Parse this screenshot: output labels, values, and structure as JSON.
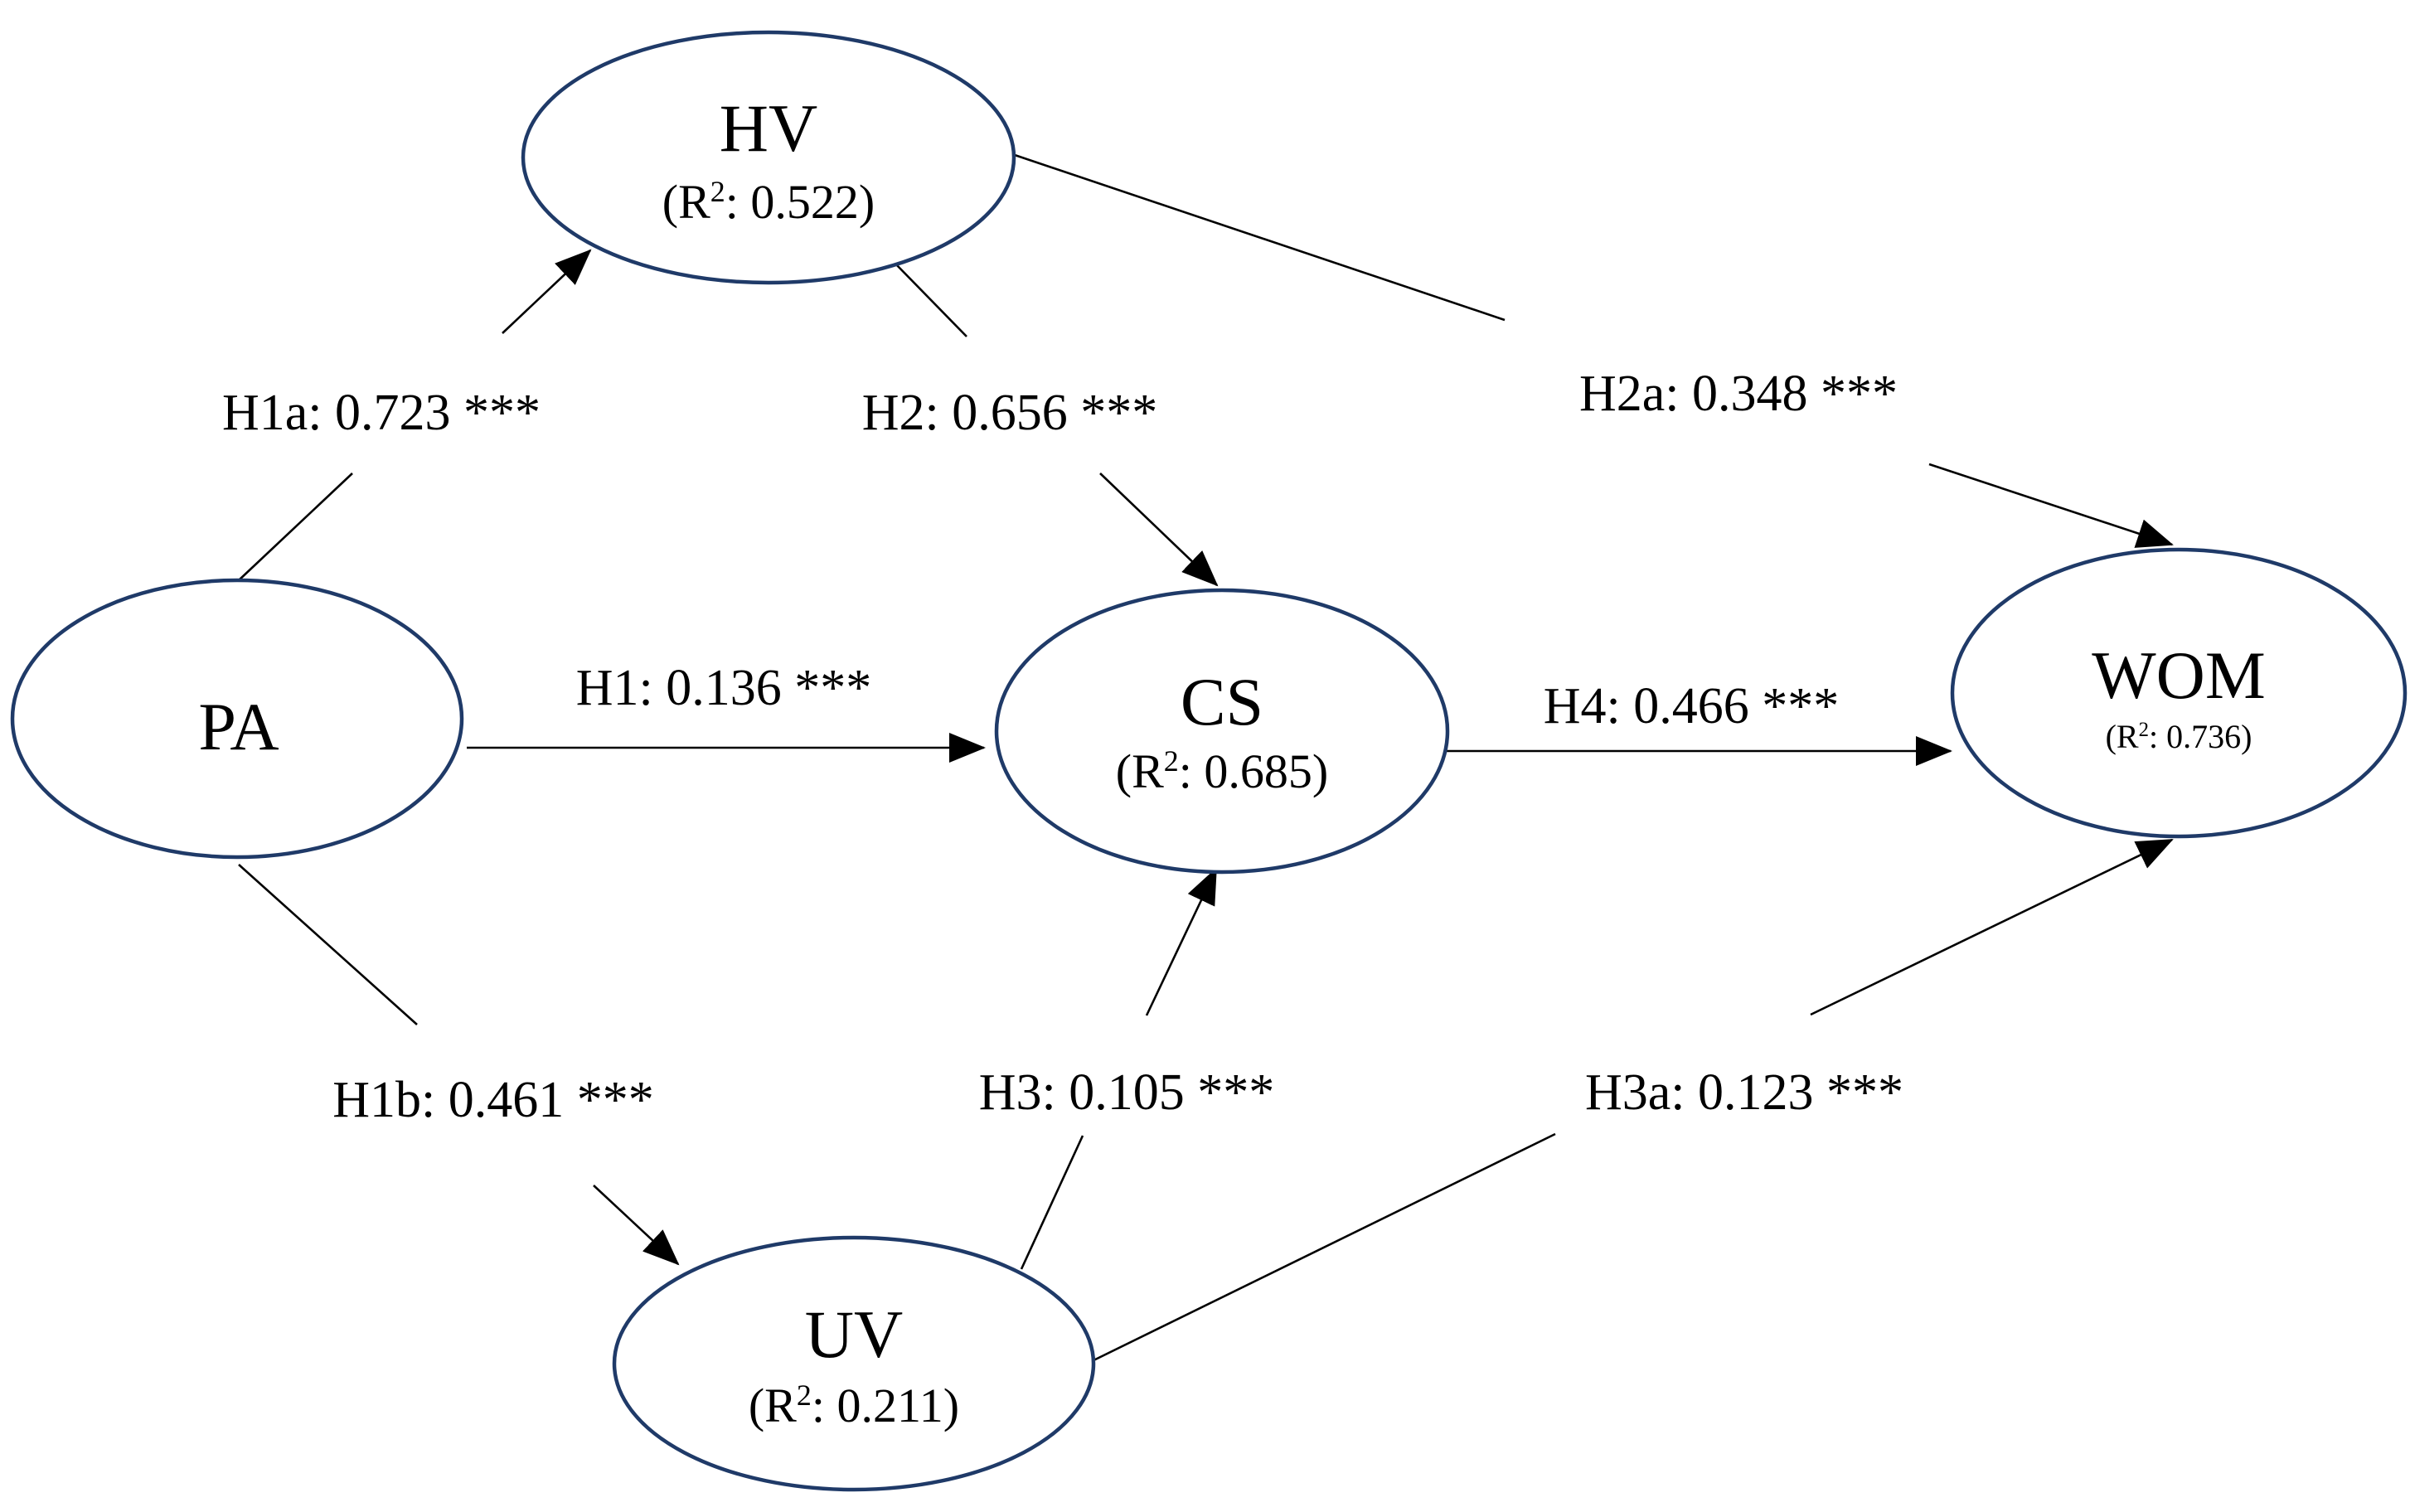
{
  "nodes": {
    "pa": {
      "name": "PA",
      "r2": ""
    },
    "hv": {
      "name": "HV",
      "r2_prefix": "(R",
      "r2_sup": "2",
      "r2_value": ": 0.522)"
    },
    "cs": {
      "name": "CS",
      "r2_prefix": "(R",
      "r2_sup": "2",
      "r2_value": ": 0.685)"
    },
    "uv": {
      "name": "UV",
      "r2_prefix": "(R",
      "r2_sup": "2",
      "r2_value": ": 0.211)"
    },
    "wom": {
      "name": "WOM",
      "r2_prefix": "(R",
      "r2_sup": "2",
      "r2_value": ": 0.736)"
    }
  },
  "paths": [
    {
      "id": "h1a",
      "from": "PA",
      "to": "HV",
      "label": "H1a: 0.723 ***",
      "coefficient": 0.723,
      "significance": "***"
    },
    {
      "id": "h1",
      "from": "PA",
      "to": "CS",
      "label": "H1: 0.136 ***",
      "coefficient": 0.136,
      "significance": "***"
    },
    {
      "id": "h1b",
      "from": "PA",
      "to": "UV",
      "label": "H1b: 0.461 ***",
      "coefficient": 0.461,
      "significance": "***"
    },
    {
      "id": "h2",
      "from": "HV",
      "to": "CS",
      "label": "H2: 0.656 ***",
      "coefficient": 0.656,
      "significance": "***"
    },
    {
      "id": "h2a",
      "from": "HV",
      "to": "WOM",
      "label": "H2a: 0.348 ***",
      "coefficient": 0.348,
      "significance": "***"
    },
    {
      "id": "h3",
      "from": "UV",
      "to": "CS",
      "label": "H3: 0.105 ***",
      "coefficient": 0.105,
      "significance": "***"
    },
    {
      "id": "h3a",
      "from": "UV",
      "to": "WOM",
      "label": "H3a: 0.123 ***",
      "coefficient": 0.123,
      "significance": "***"
    },
    {
      "id": "h4",
      "from": "CS",
      "to": "WOM",
      "label": "H4: 0.466 ***",
      "coefficient": 0.466,
      "significance": "***"
    }
  ],
  "colors": {
    "node_outline": "#1f3a68",
    "edges": "#000000",
    "text": "#000000",
    "background": "#ffffff"
  }
}
